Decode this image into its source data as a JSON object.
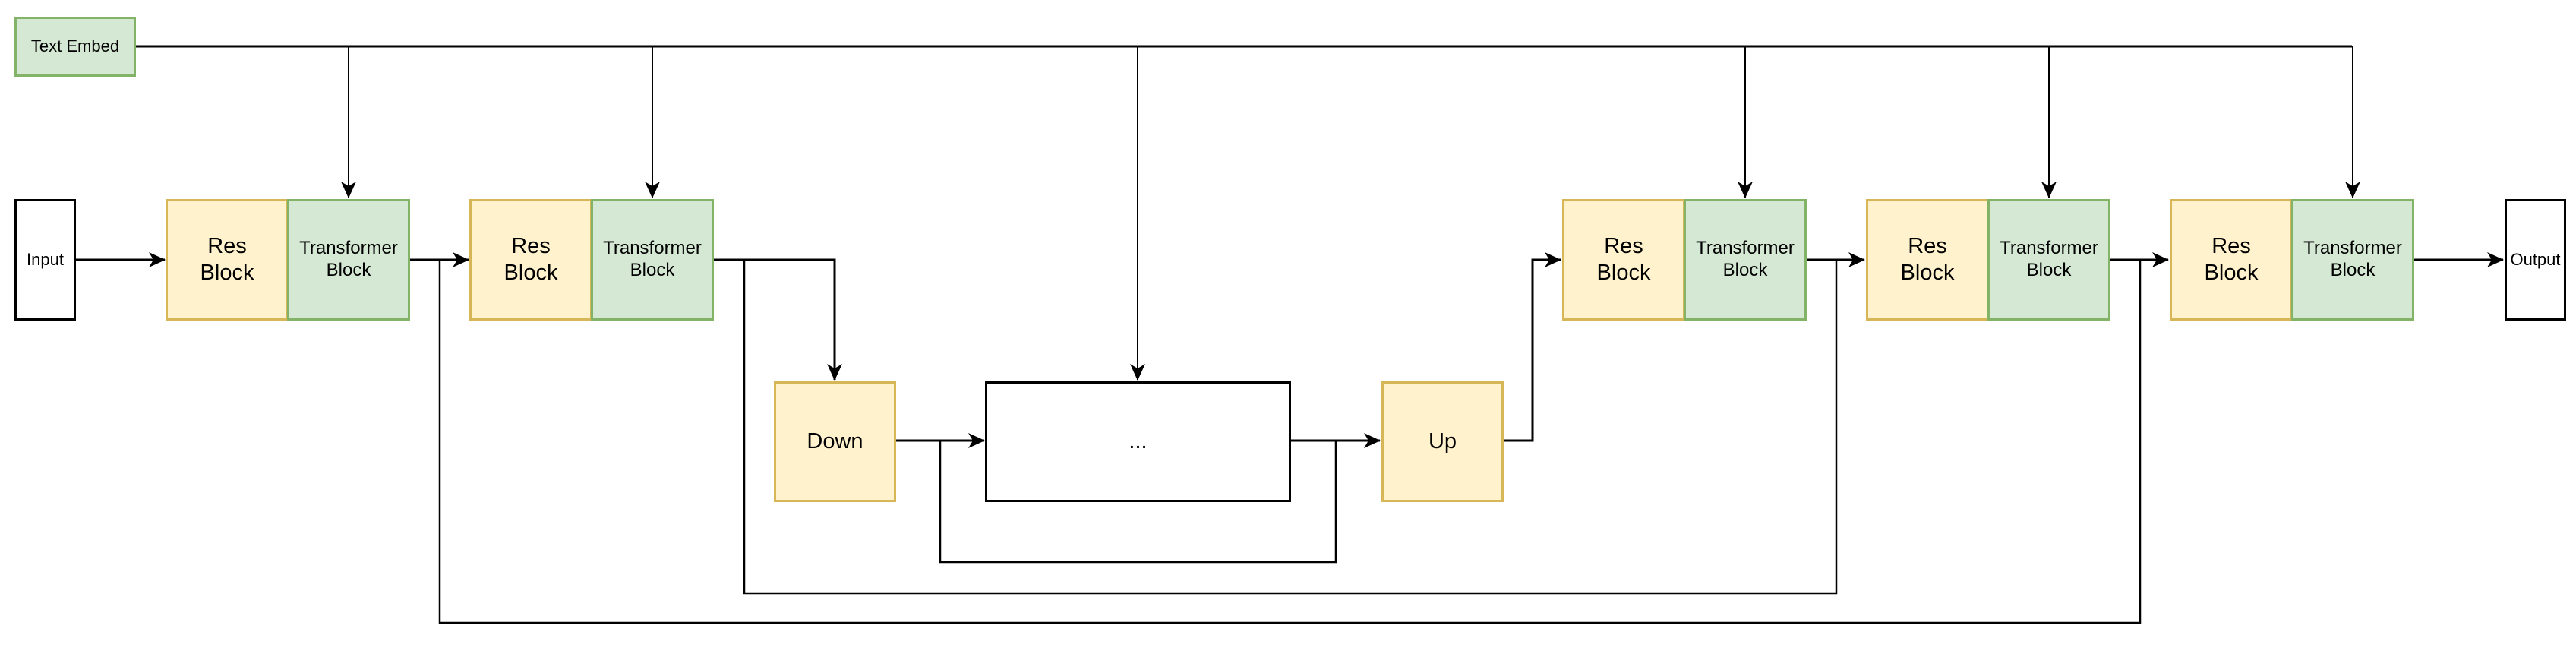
{
  "diagram": {
    "title": "U-Net with Res Blocks and Transformer Blocks conditioned on Text Embed",
    "colors": {
      "green_fill": "#d5e8d4",
      "green_stroke": "#82b366",
      "yellow_fill": "#fff2cc",
      "yellow_stroke": "#d6b656",
      "line": "#000000"
    },
    "text_embed": {
      "label": "Text Embed"
    },
    "input": {
      "label": "Input"
    },
    "output": {
      "label": "Output"
    },
    "blocks": [
      {
        "res_label": "Res Block",
        "transformer_label": "Transformer Block"
      },
      {
        "res_label": "Res Block",
        "transformer_label": "Transformer Block"
      },
      {
        "res_label": "Res Block",
        "transformer_label": "Transformer Block"
      },
      {
        "res_label": "Res Block",
        "transformer_label": "Transformer Block"
      },
      {
        "res_label": "Res Block",
        "transformer_label": "Transformer Block"
      }
    ],
    "down": {
      "label": "Down"
    },
    "middle": {
      "label": "..."
    },
    "up": {
      "label": "Up"
    },
    "edges": [
      {
        "from": "Input",
        "to": "Res Block 1"
      },
      {
        "from": "Transformer Block 1",
        "to": "Res Block 2"
      },
      {
        "from": "Transformer Block 2",
        "to": "Down"
      },
      {
        "from": "Down",
        "to": "..."
      },
      {
        "from": "...",
        "to": "Up"
      },
      {
        "from": "Up",
        "to": "Res Block 3"
      },
      {
        "from": "Transformer Block 3",
        "to": "Res Block 4"
      },
      {
        "from": "Transformer Block 4",
        "to": "Res Block 5"
      },
      {
        "from": "Transformer Block 5",
        "to": "Output"
      },
      {
        "from": "Text Embed",
        "to": "Transformer Block 1"
      },
      {
        "from": "Text Embed",
        "to": "Transformer Block 2"
      },
      {
        "from": "Text Embed",
        "to": "..."
      },
      {
        "from": "Text Embed",
        "to": "Transformer Block 3"
      },
      {
        "from": "Text Embed",
        "to": "Transformer Block 4"
      },
      {
        "from": "Text Embed",
        "to": "Transformer Block 5"
      },
      {
        "from": "Down",
        "to": "Up",
        "type": "skip"
      },
      {
        "from": "Transformer Block 2",
        "to": "Res Block 4",
        "type": "skip"
      },
      {
        "from": "Transformer Block 1",
        "to": "Res Block 5",
        "type": "skip"
      }
    ]
  }
}
